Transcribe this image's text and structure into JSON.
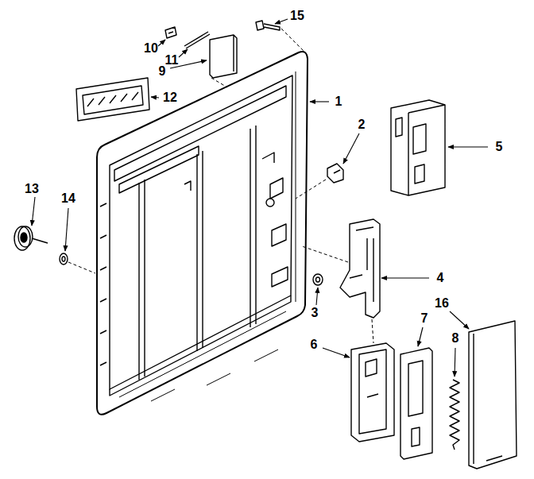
{
  "diagram": {
    "labels": [
      "15",
      "10",
      "11",
      "9",
      "12",
      "1",
      "2",
      "5",
      "13",
      "14",
      "4",
      "16",
      "3",
      "7",
      "8",
      "6"
    ]
  }
}
